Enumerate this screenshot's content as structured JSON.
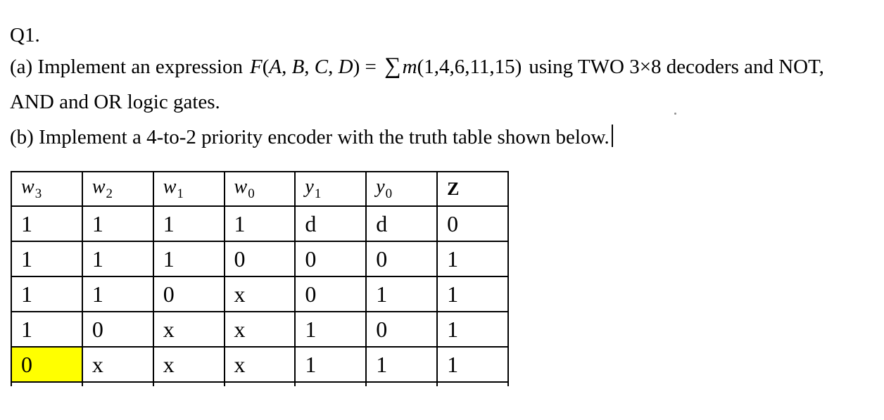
{
  "doc": {
    "q_label": "Q1.",
    "part_a_prefix": "(a) Implement an expression",
    "formula_segments": [
      {
        "text": "F",
        "italic": true
      },
      {
        "text": "(",
        "italic": false
      },
      {
        "text": "A",
        "italic": true
      },
      {
        "text": ", ",
        "italic": false
      },
      {
        "text": "B",
        "italic": true
      },
      {
        "text": ", ",
        "italic": false
      },
      {
        "text": "C",
        "italic": true
      },
      {
        "text": ", ",
        "italic": false
      },
      {
        "text": "D",
        "italic": true
      },
      {
        "text": ") = ",
        "italic": false
      },
      {
        "text": "∑",
        "italic": false,
        "sigma": true
      },
      {
        "text": "m",
        "italic": true
      },
      {
        "text": "(1,4,6,11,15)",
        "italic": false
      }
    ],
    "part_a_suffix": "using TWO 3×8 decoders and NOT,",
    "part_a_line2": "AND and OR logic gates.",
    "part_b": "(b) Implement a 4-to-2 priority encoder with the truth table shown below.",
    "text_cursor_visible": true
  },
  "table": {
    "headers": [
      {
        "base": "w",
        "sub": "3",
        "italic": true,
        "bold": false
      },
      {
        "base": "w",
        "sub": "2",
        "italic": true,
        "bold": false
      },
      {
        "base": "w",
        "sub": "1",
        "italic": true,
        "bold": false
      },
      {
        "base": "w",
        "sub": "0",
        "italic": true,
        "bold": false
      },
      {
        "base": "y",
        "sub": "1",
        "italic": true,
        "bold": false
      },
      {
        "base": "y",
        "sub": "0",
        "italic": true,
        "bold": false
      },
      {
        "base": "Z",
        "sub": "",
        "italic": false,
        "bold": true
      }
    ],
    "rows": [
      [
        "1",
        "1",
        "1",
        "1",
        "d",
        "d",
        "0"
      ],
      [
        "1",
        "1",
        "1",
        "0",
        "0",
        "0",
        "1"
      ],
      [
        "1",
        "1",
        "0",
        "x",
        "0",
        "1",
        "1"
      ],
      [
        "1",
        "0",
        "x",
        "x",
        "1",
        "0",
        "1"
      ],
      [
        "0",
        "x",
        "x",
        "x",
        "1",
        "1",
        "1"
      ]
    ],
    "highlight": {
      "row": 4,
      "col": 0,
      "color": "#ffff00"
    }
  },
  "colors": {
    "page_bg": "#ffffff",
    "text": "#000000",
    "table_border": "#000000",
    "highlight": "#ffff00"
  }
}
